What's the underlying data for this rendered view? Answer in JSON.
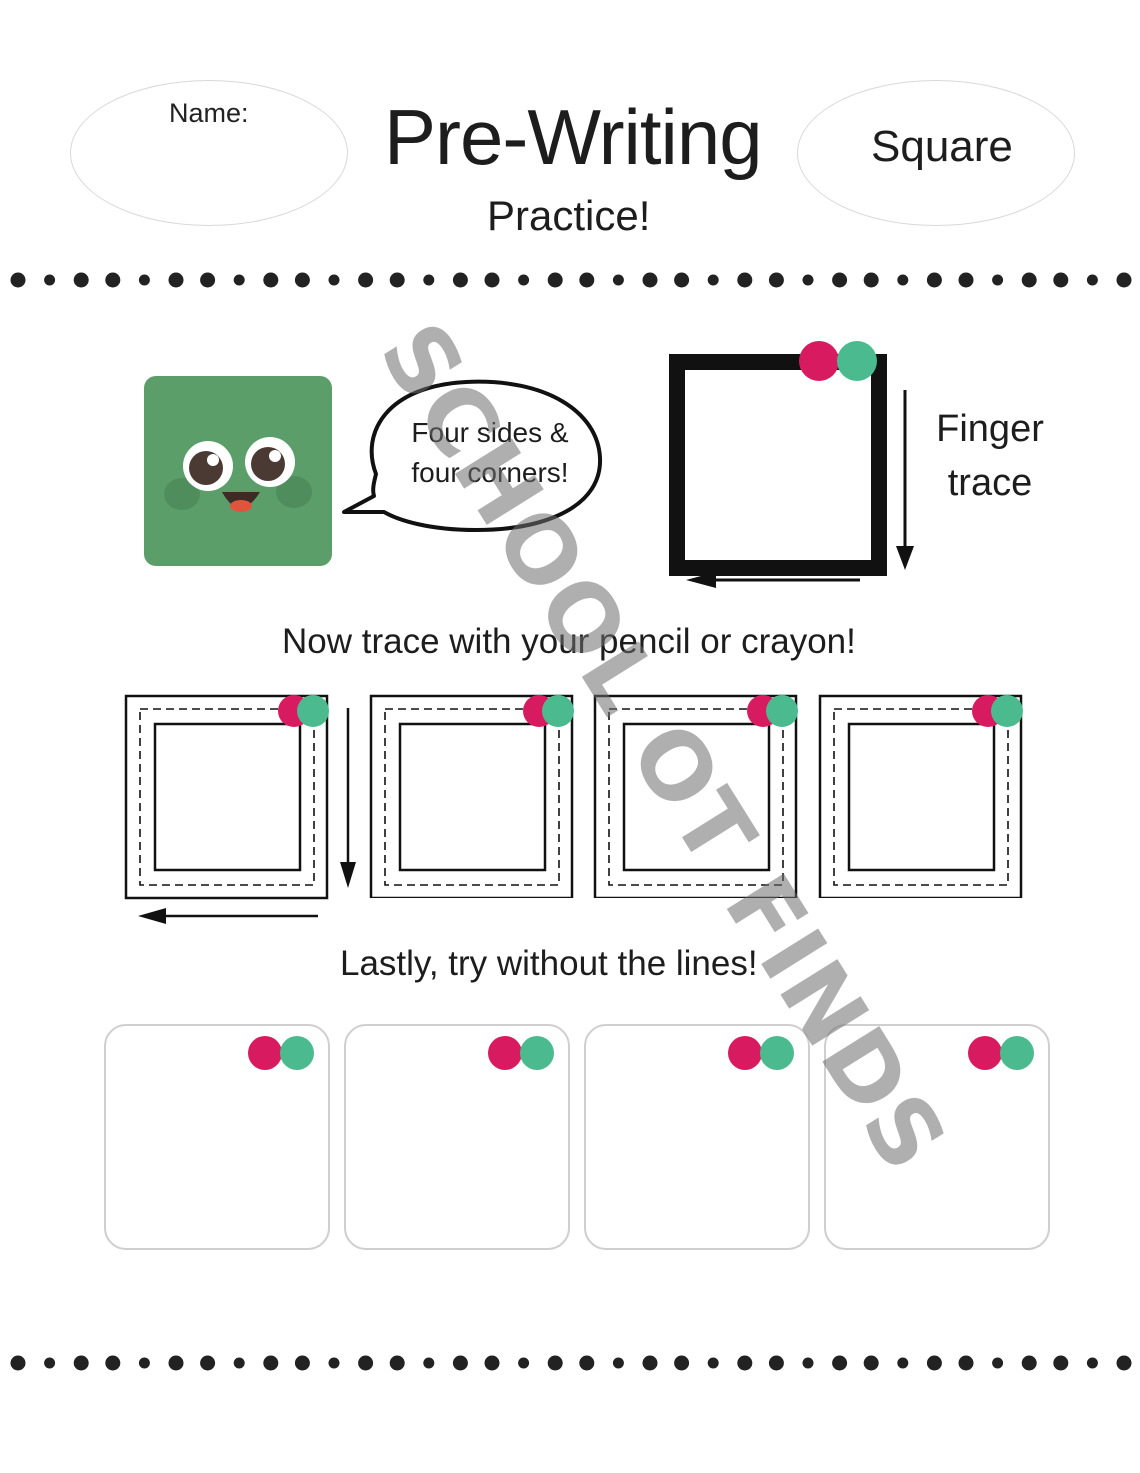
{
  "header": {
    "name_label": "Name:",
    "title": "Pre-Writing",
    "subtitle": "Practice!",
    "shape_name": "Square"
  },
  "intro": {
    "speech_line1": "Four sides &",
    "speech_line2": "four corners!",
    "finger_line1": "Finger",
    "finger_line2": "trace"
  },
  "instructions": {
    "trace": "Now trace with your pencil or crayon!",
    "freehand": "Lastly, try without the lines!"
  },
  "trace_boxes": [
    {
      "id": 1,
      "has_arrows": true
    },
    {
      "id": 2,
      "has_arrows": false
    },
    {
      "id": 3,
      "has_arrows": false
    },
    {
      "id": 4,
      "has_arrows": false
    }
  ],
  "practice_boxes": [
    1,
    2,
    3,
    4
  ],
  "watermark": "SCHOOL OT FINDS",
  "colors": {
    "start_dot": "#d81b60",
    "end_dot": "#4cba8f",
    "character": "#5b9e69",
    "border": "#111111"
  }
}
